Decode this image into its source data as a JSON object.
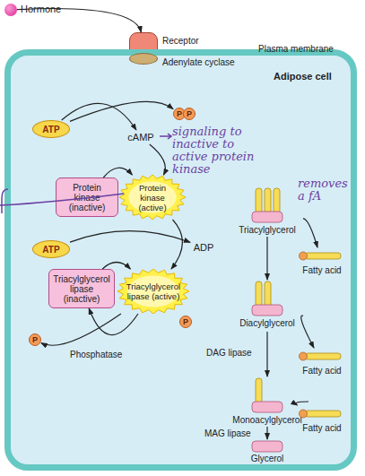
{
  "diagram": {
    "nodes": [
      {
        "text": [
          "Hormone"
        ]
      },
      {
        "text": [
          "Receptor"
        ]
      },
      {
        "text": [
          "Adipose cell"
        ]
      },
      {
        "text": [
          "Adenylate cyclase"
        ],
        "in": 2
      },
      {
        "text": [
          "ATP"
        ],
        "in": 2
      },
      {
        "text": [
          "cAMP"
        ],
        "in": 2
      },
      {
        "text": [
          "P"
        ],
        "in": 2
      },
      {
        "text": [
          "P"
        ],
        "in": 2
      },
      {
        "text": [
          "Protein kinase (inactive)"
        ],
        "in": 2
      },
      {
        "text": [
          "Protein kinase (active)"
        ],
        "in": 2
      },
      {
        "text": [
          "ATP"
        ],
        "in": 2
      },
      {
        "text": [
          "ADP"
        ],
        "in": 2
      },
      {
        "text": [
          "Triacylglycerol lipase (inactive)"
        ],
        "in": 2
      },
      {
        "text": [
          "Triacylglycerol lipase (active)"
        ],
        "in": 2
      },
      {
        "text": [
          "P"
        ],
        "in": 2
      },
      {
        "text": [
          "P"
        ],
        "in": 2
      },
      {
        "text": [
          "Triacylglycerol"
        ],
        "in": 2
      },
      {
        "text": [
          "Fatty acid"
        ],
        "in": 2
      },
      {
        "text": [
          "Diacylglycerol"
        ],
        "in": 2
      },
      {
        "text": [
          "Fatty acid"
        ],
        "in": 2
      },
      {
        "text": [
          "Monoacylglycerol"
        ],
        "in": 2
      },
      {
        "text": [
          "Fatty acid"
        ],
        "in": 2
      },
      {
        "text": [
          "Glycerol"
        ],
        "in": 2
      }
    ],
    "edges": [
      {
        "from": 0,
        "to": 1,
        "arrow": "to"
      },
      {
        "from": 4,
        "to": 5,
        "arrow": "to"
      },
      {
        "from": 4,
        "to": 6,
        "arrow": "to"
      },
      {
        "from": 5,
        "to": 9,
        "arrow": "to"
      },
      {
        "from": 8,
        "to": 9,
        "arrow": "to"
      },
      {
        "from": 10,
        "to": 11,
        "arrow": "to"
      },
      {
        "from": 12,
        "to": 13,
        "arrow": "to"
      },
      {
        "from": 13,
        "to": 12,
        "label": "Phosphatase",
        "arrow": "to"
      },
      {
        "from": 13,
        "to": 15,
        "arrow": "to"
      },
      {
        "from": 9,
        "to": 13,
        "arrow": "to"
      },
      {
        "from": 16,
        "to": 17,
        "arrow": "to"
      },
      {
        "from": 16,
        "to": 18,
        "arrow": "to"
      },
      {
        "from": 18,
        "to": 19,
        "arrow": "to"
      },
      {
        "from": 18,
        "to": 20,
        "label": "DAG lipase",
        "arrow": "to"
      },
      {
        "from": 20,
        "to": 21,
        "arrow": "to"
      },
      {
        "from": 20,
        "to": 22,
        "label": "MAG lipase",
        "arrow": "to"
      }
    ],
    "labels": [
      "Plasma membrane",
      "signaling to inactive to active protein kinase",
      "removes a fA"
    ]
  }
}
